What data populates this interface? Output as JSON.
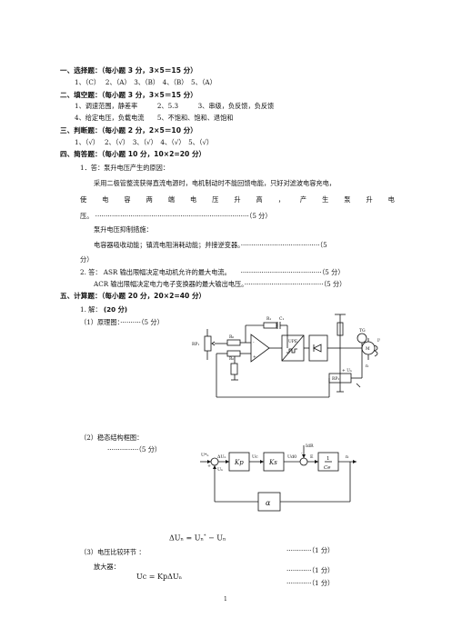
{
  "sec1": {
    "heading": "一、选择题：（每小题 3 分，3×5＝15 分）",
    "answers": "1、（C）　 2、（A）　3、（B）　4、（B）　5、（A）"
  },
  "sec2": {
    "heading": "二、填空题：（每小题 3 分，3×5＝15 分）",
    "line1": "1、调速范围，静差率　　　2、5.3　　　3、串级，负反馈，负反馈",
    "line2": "4、给定电压，负载电流　　5、不饱和、饱和、退饱和"
  },
  "sec3": {
    "heading": "三、判断题：（每小题 2 分，2×5＝10 分）",
    "answers": "1、（√）　 2、（√）　3、（√）　4、（√）　5、（√）"
  },
  "sec4": {
    "heading": "四、简答题：（每小题 10 分，10×2=20 分）",
    "q1_title": "1．答：泵升电压产生的原因：",
    "q1_body1": "采用二极管整流获得直流电源时，电机制动时不能回馈电能，只好对滤波电容充电，",
    "q1_body2_chars": [
      "使",
      "电",
      "容",
      "两",
      "端",
      "电",
      "压",
      "升",
      "高",
      "，",
      "产",
      "生",
      "泵",
      "升",
      "电"
    ],
    "q1_body3": "压。 ··········································································（5 分）",
    "q1_measure_title": "泵升电压抑制措施：",
    "q1_measure_body": "电容器吸收动能；镇流电阻消耗动能；并接逆变器。······································（5",
    "q1_measure_end": "分）",
    "q2_line1": "2. 答： ASR 输出限幅决定电动机允许的最大电流。　　·······································（5 分）",
    "q2_line2": "ACR 输出限幅决定电力电子变换器的最大输出电压。······································（5 分）"
  },
  "sec5": {
    "heading": "五、计算题：（每小题 20 分，20×2=40 分）",
    "sol": "1. 解：",
    "sol_pts": "(20 分)",
    "principle": "（1）原理图：··········（5 分）",
    "steady": "（2）稳态结构框图：",
    "steady_pts": "···············（5 分）",
    "comparator": "（3）电压比较环节 ：",
    "amplifier": "放大器：",
    "pts1": "············（1 分）",
    "pts2": "············（1 分）",
    "pts3": "············（1 分）"
  },
  "circuit": {
    "rp1": "RP₁",
    "rp2": "RP₂",
    "r0": "R₀",
    "r1": "R₁",
    "c1": "C₁",
    "upe": "UPE",
    "plus": "+",
    "minus": "-",
    "m": "M",
    "tg": "TG",
    "plus_un": "+ Uₙ",
    "n": "n",
    "ifield": "Iᶠ"
  },
  "block": {
    "un_star": "U*ₙ",
    "dun": "ΔUₙ",
    "un": "Uₙ",
    "uc": "Uc",
    "ud0": "Ud0",
    "idr": "IdR",
    "e": "E",
    "n": "n",
    "kp": "Kp",
    "ks": "Ks",
    "frac_num": "1",
    "frac_den": "Ce",
    "alpha": "α",
    "plus": "+",
    "minus": "-"
  },
  "eq1": {
    "lhs": "ΔUₙ",
    "eq": "=",
    "a": "Uₙ",
    "op": "−",
    "b": "Uₙ",
    "star": "*"
  },
  "eq2": {
    "lhs": "Uc",
    "eq": "=",
    "rhs": "KpΔUₙ"
  },
  "page_number": "1"
}
